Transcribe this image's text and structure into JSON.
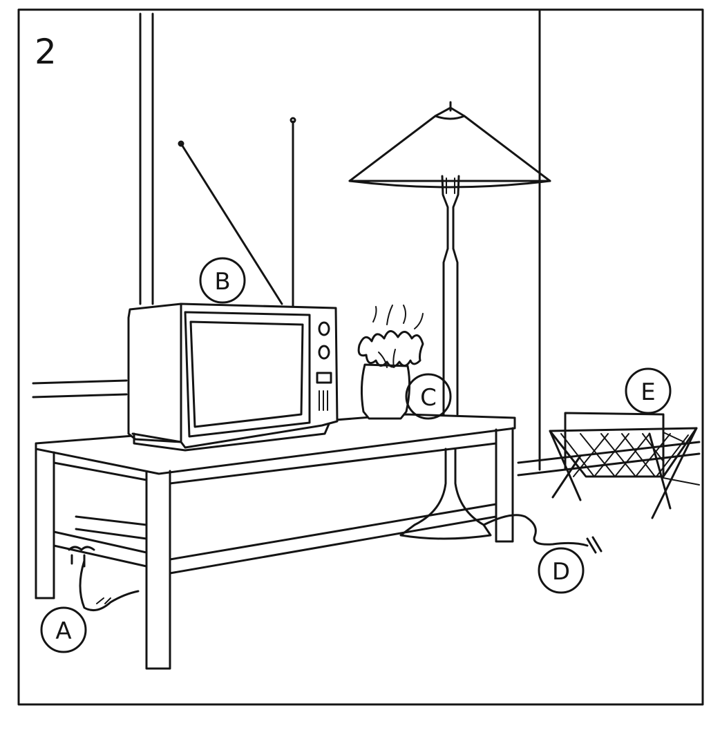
{
  "panel_number": "2",
  "callouts": {
    "a": "A",
    "b": "B",
    "c": "C",
    "d": "D",
    "e": "E"
  },
  "colors": {
    "ink": "#141414",
    "paper": "#ffffff"
  }
}
